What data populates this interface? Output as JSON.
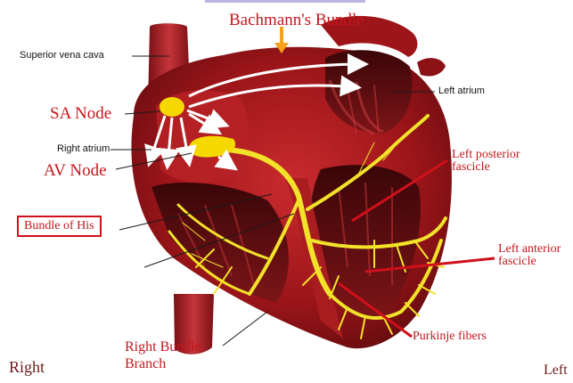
{
  "title": "Bachmann's Bundle",
  "labels": {
    "superior_vena_cava": "Superior vena cava",
    "left_atrium": "Left atrium",
    "sa_node": "SA Node",
    "right_atrium": "Right atrium",
    "av_node": "AV Node",
    "bundle_of_his": "Bundle of His",
    "left_posterior": "Left posterior",
    "fascicle_1": "fascicle",
    "left_anterior": "Left anterior",
    "fascicle_2": "fascicle",
    "purkinje": "Purkinje fibers",
    "right_bundle_line1": "Right Bundle",
    "right_bundle_line2": "Branch",
    "right": "Right",
    "left": "Left"
  },
  "colors": {
    "heart_dark": "#6e0f12",
    "heart_mid": "#a4161a",
    "heart_light": "#d23a3a",
    "conduction": "#f2e22a",
    "node": "#f5d800",
    "label_red": "#c4161c",
    "arrow_orange": "#f7a11a",
    "pointer_red": "#d0101a"
  },
  "icons": {
    "activation_arrow": "white-arrow-icon",
    "bachmann_marker": "down-arrow-icon"
  }
}
